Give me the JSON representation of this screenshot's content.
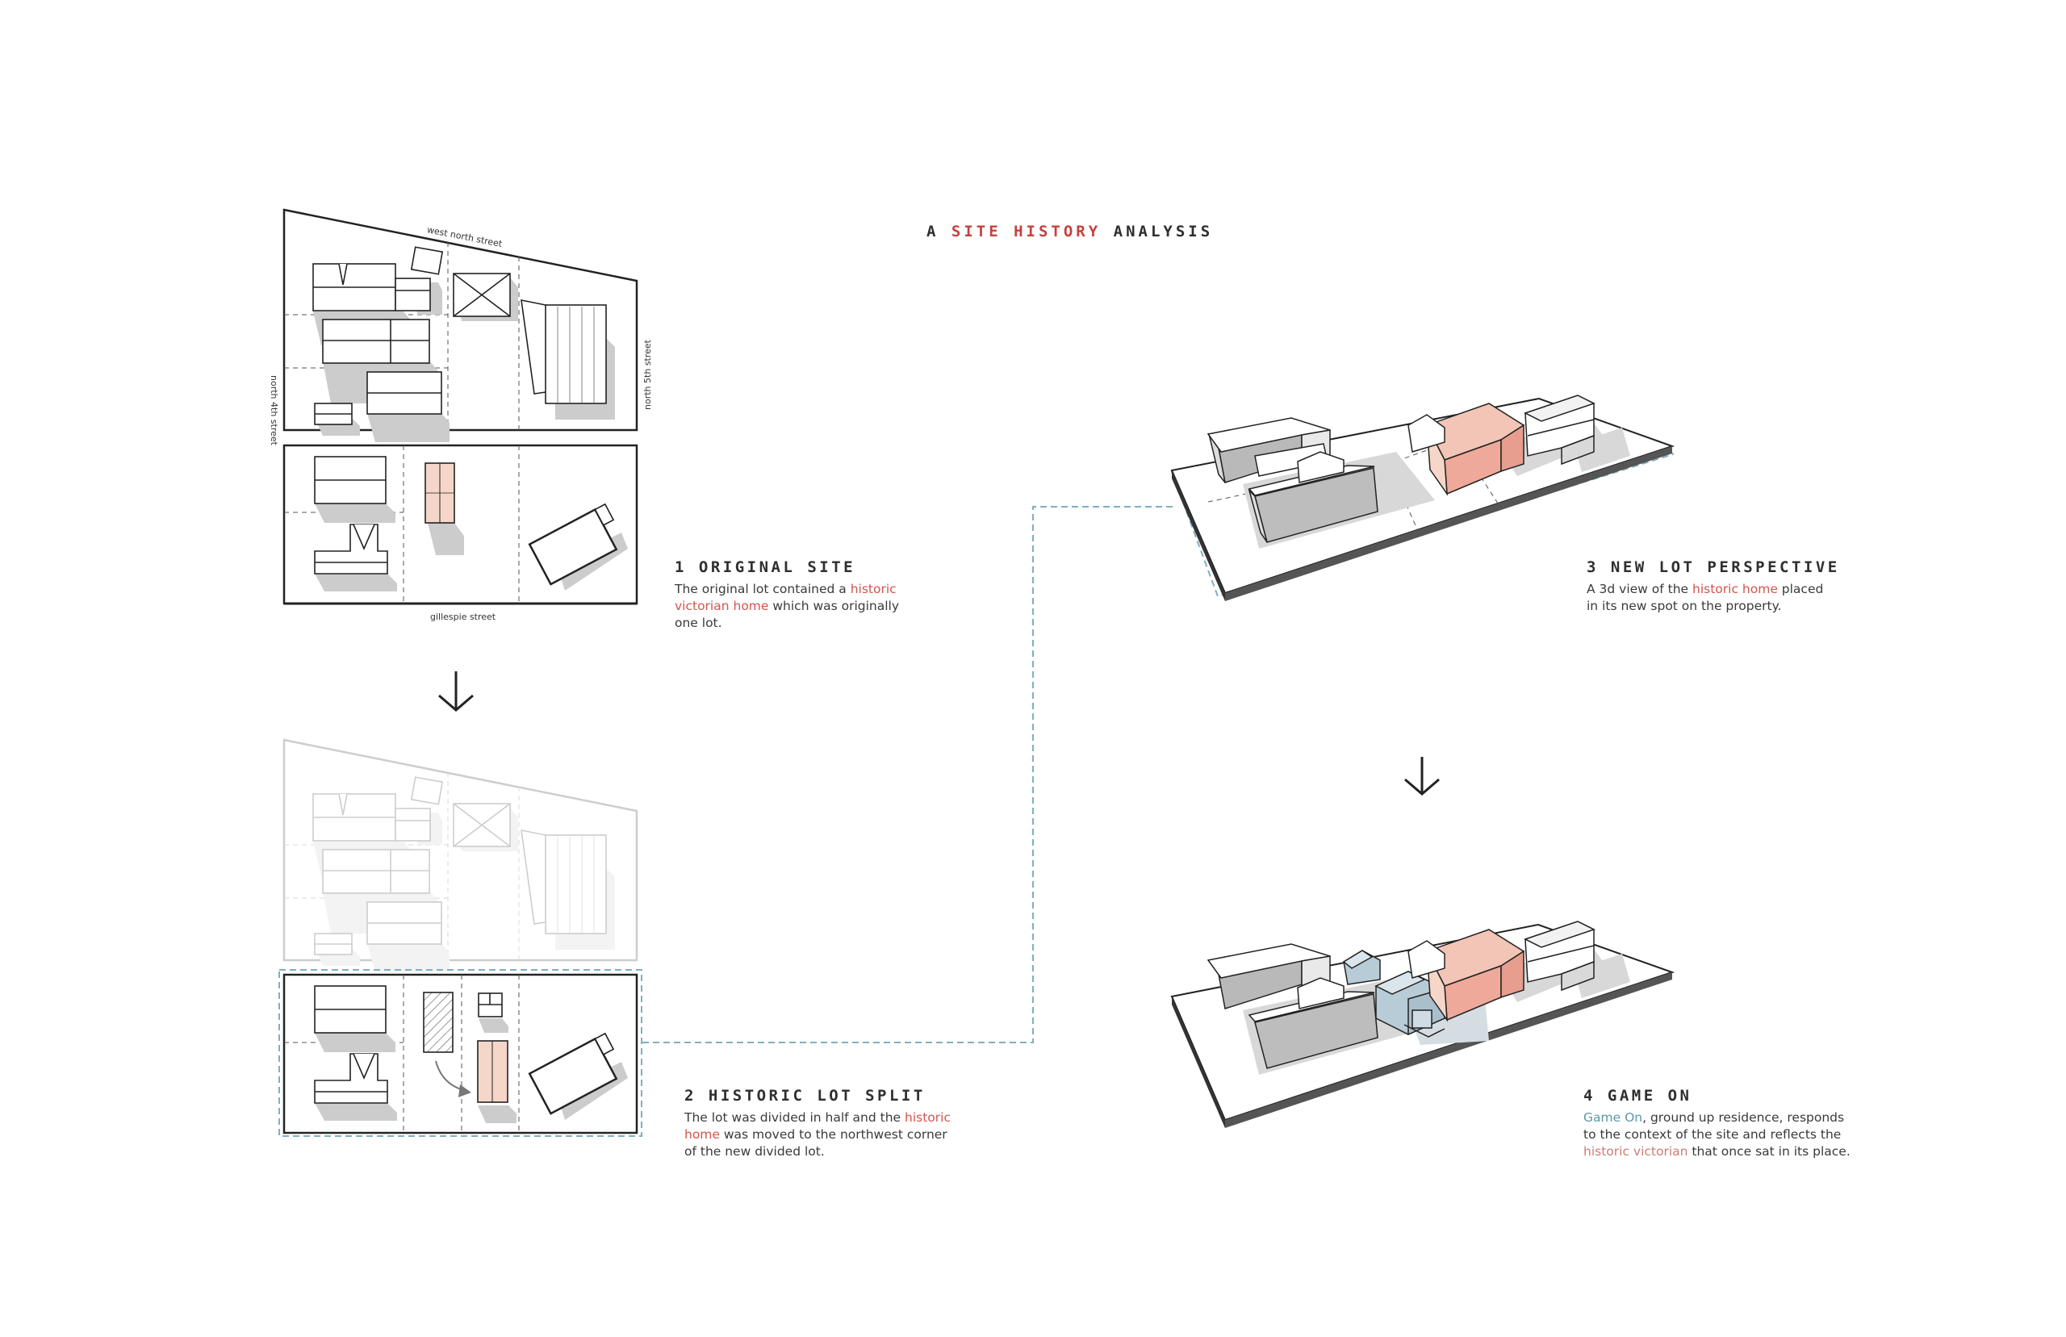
{
  "header": {
    "prefix": "A",
    "highlight": "SITE HISTORY",
    "suffix": "ANALYSIS"
  },
  "streets": {
    "north": "west north street",
    "west": "north 4th street",
    "east": "north 5th street",
    "south": "gillespie street"
  },
  "steps": [
    {
      "title": "1 ORIGINAL SITE",
      "text_a": "The original lot contained a ",
      "text_hl": "historic victorian home",
      "text_b": " which was originally one lot."
    },
    {
      "title": "2 HISTORIC LOT SPLIT",
      "text_a": "The lot was divided in half and the ",
      "text_hl": "historic home",
      "text_b": " was moved to the northwest corner of the new divided lot."
    },
    {
      "title": "3 NEW LOT PERSPECTIVE",
      "text_a": "A 3d view of the ",
      "text_hl": "historic home",
      "text_b": " placed in its new spot on the property."
    },
    {
      "title": "4 GAME ON",
      "text_hl1": "Game On",
      "text_a": ", ground up residence, responds to the context of the site and reflects the ",
      "text_hl2": "historic victorian",
      "text_b": " that once sat in its place."
    }
  ],
  "colors": {
    "accent_red": "#c8403e",
    "historic_fill": "#f6d6c8",
    "new_home_fill": "#cfdce4",
    "connector": "#7fb0bf",
    "shadow": "#c8c8c8"
  }
}
